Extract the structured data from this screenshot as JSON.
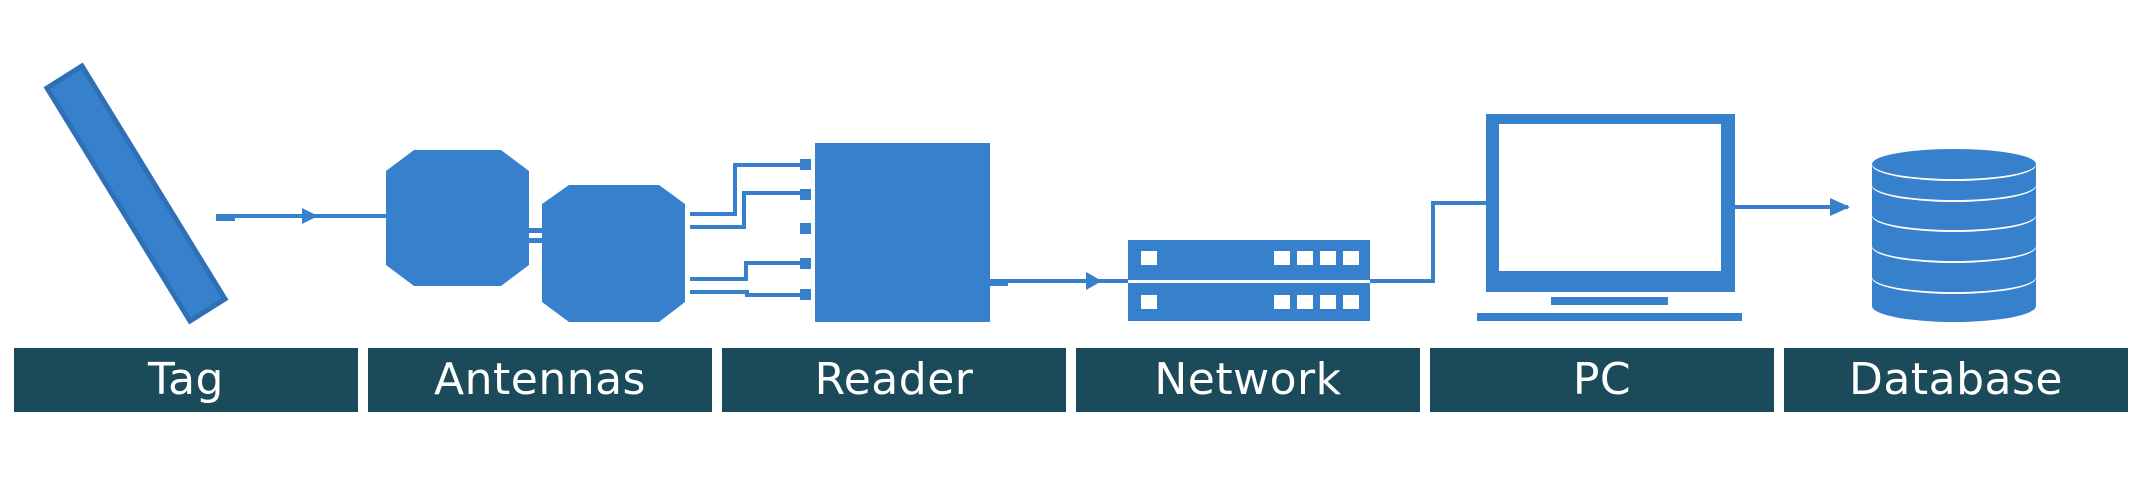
{
  "colors": {
    "icon_blue": "#3780cc",
    "label_background": "#1b4b5a",
    "label_text": "#ffffff",
    "background": "#ffffff"
  },
  "stages": [
    {
      "label": "Tag",
      "icon": "rfid-tag-icon"
    },
    {
      "label": "Antennas",
      "icon": "antennas-icon"
    },
    {
      "label": "Reader",
      "icon": "reader-icon"
    },
    {
      "label": "Network",
      "icon": "network-switch-icon"
    },
    {
      "label": "PC",
      "icon": "pc-monitor-icon"
    },
    {
      "label": "Database",
      "icon": "database-icon"
    }
  ]
}
